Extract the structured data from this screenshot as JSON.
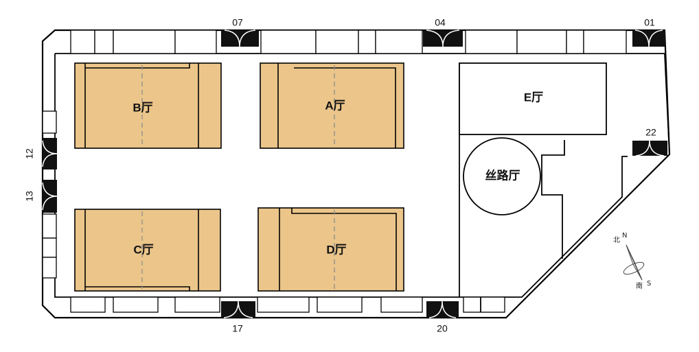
{
  "halls": {
    "a": "A厅",
    "b": "B厅",
    "c": "C厅",
    "d": "D厅",
    "e": "E厅",
    "silk": "丝路厅"
  },
  "gates": {
    "g01": "01",
    "g04": "04",
    "g07": "07",
    "g12": "12",
    "g13": "13",
    "g17": "17",
    "g20": "20",
    "g22": "22"
  },
  "compass": {
    "north_cn": "北",
    "north": "N",
    "south_cn": "南",
    "south": "S"
  },
  "colors": {
    "hall_fill": "#ebc58a",
    "gate_fill": "#111111",
    "wall": "#000000"
  }
}
